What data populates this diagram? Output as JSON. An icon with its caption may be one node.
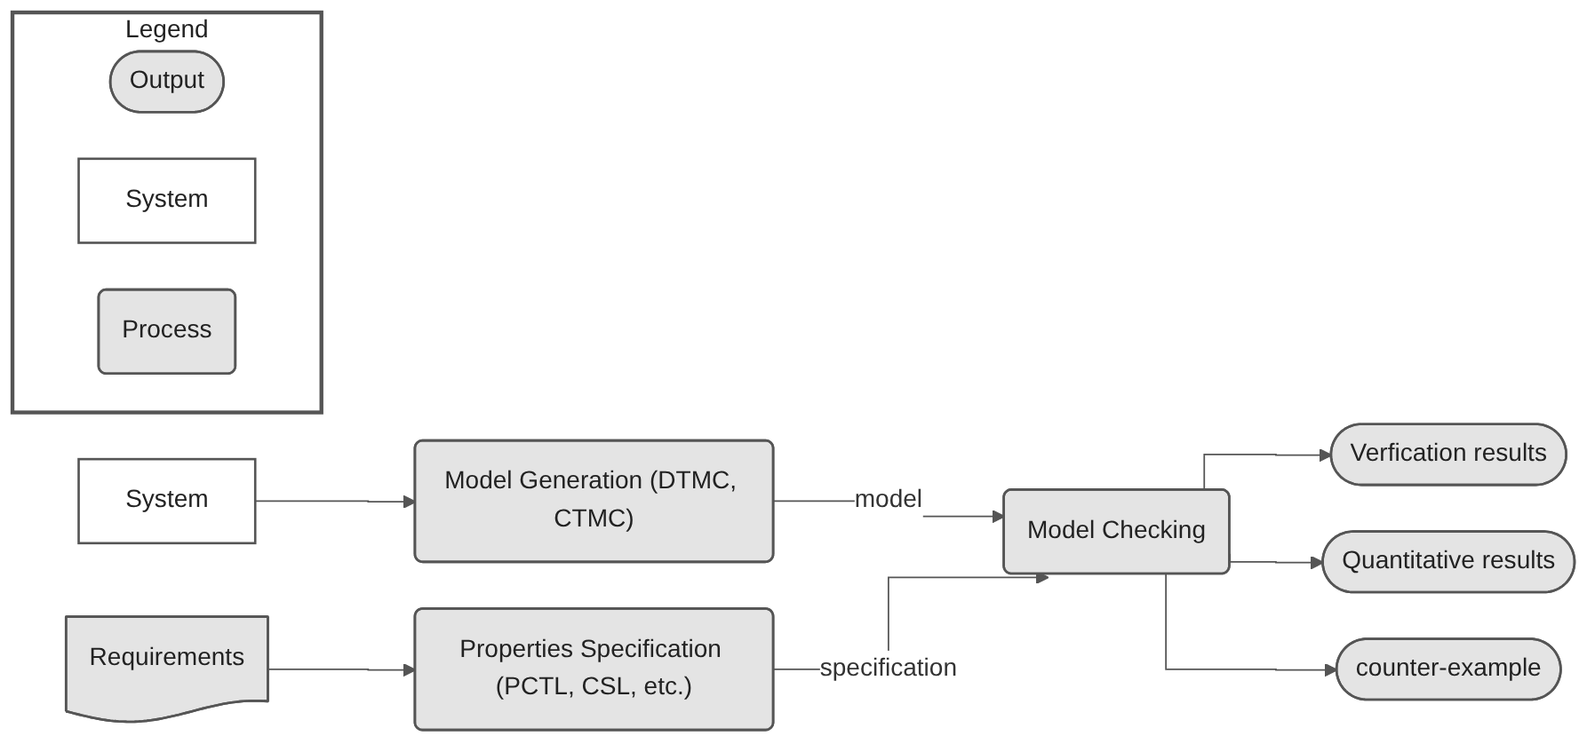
{
  "diagram": {
    "nodes": [
      {
        "text": [
          "System"
        ]
      },
      {
        "text": [
          "Model Generation (DTMC, CTMC)"
        ]
      },
      {
        "text": [
          "Requirements"
        ]
      },
      {
        "text": [
          "Properties Specification (PCTL, CSL, etc.)"
        ]
      },
      {
        "text": [
          "Model Checking"
        ]
      },
      {
        "text": [
          "Verfication results"
        ]
      },
      {
        "text": [
          "Quantitative results"
        ]
      },
      {
        "text": [
          "counter-example"
        ]
      },
      {
        "text": [
          "Legend"
        ]
      },
      {
        "text": [
          "Output"
        ],
        "in": 8
      },
      {
        "text": [
          "System"
        ],
        "in": 8
      },
      {
        "text": [
          "Process"
        ],
        "in": 8
      }
    ],
    "edges": [
      {
        "from": 0,
        "to": 1,
        "arrow": "to"
      },
      {
        "from": 2,
        "to": 3,
        "arrow": "to"
      },
      {
        "from": 1,
        "to": 4,
        "arrow": "to",
        "label": "model"
      },
      {
        "from": 3,
        "to": 4,
        "arrow": "to",
        "label": "specification"
      },
      {
        "from": 4,
        "to": 5,
        "arrow": "to"
      },
      {
        "from": 4,
        "to": 6,
        "arrow": "to"
      },
      {
        "from": 4,
        "to": 7,
        "arrow": "to"
      }
    ]
  }
}
